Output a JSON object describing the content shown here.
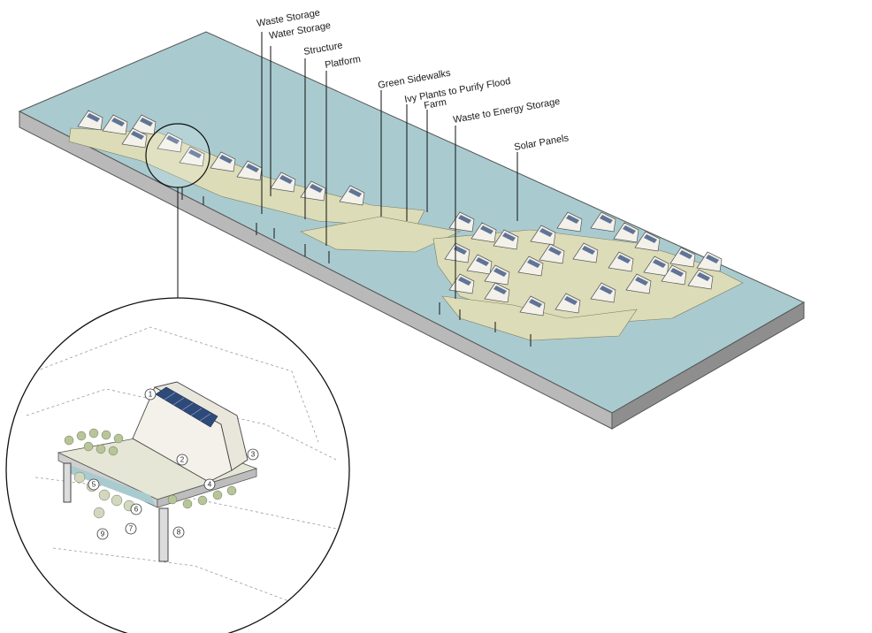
{
  "labels": {
    "waste_storage": "Waste Storage",
    "water_storage": "Water Storage",
    "structure": "Structure",
    "platform": "Platform",
    "green_sidewalks": "Green Sidewalks",
    "ivy_plants": "Ivy Plants to Purify Flood",
    "farm": "Farm",
    "waste_to_energy": "Waste to Energy Storage",
    "solar_panels": "Solar Panels"
  },
  "detail_numbers": [
    "1",
    "2",
    "3",
    "4",
    "5",
    "6",
    "7",
    "8",
    "9"
  ],
  "colors": {
    "water": "#a9cbd0",
    "slab_side": "#b6b6b6",
    "slab_front": "#8f8f8f",
    "walkway": "#dcdcb8",
    "house": "#f3f1ea",
    "panel": "#2e4a7a"
  }
}
